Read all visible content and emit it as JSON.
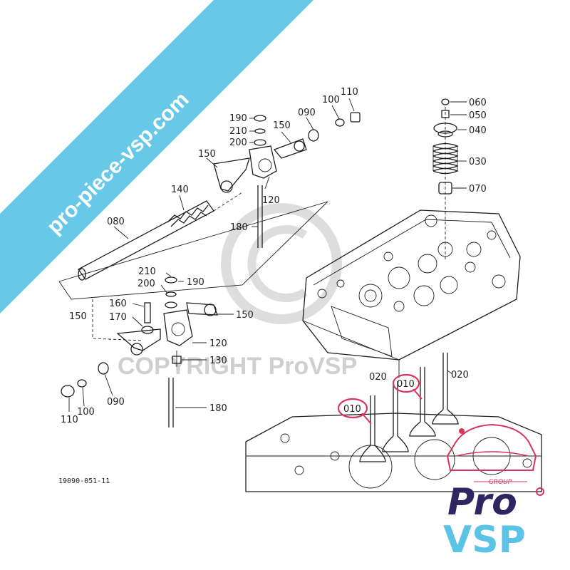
{
  "banner": {
    "text": "pro-piece-vsp.com",
    "color": "#5bc3e6"
  },
  "watermark": {
    "text": "COPYRIGHT ProVSP"
  },
  "drawing_code": "19090-051-11",
  "highlight_color": "#d9345f",
  "labels": {
    "l190a": "190",
    "l210a": "210",
    "l200a": "200",
    "l150a": "150",
    "l090a": "090",
    "l100a": "100",
    "l110a": "110",
    "l150b": "150",
    "l140": "140",
    "l120a": "120",
    "l080": "080",
    "l180a": "180",
    "l060": "060",
    "l050": "050",
    "l040": "040",
    "l030": "030",
    "l070": "070",
    "l210b": "210",
    "l190b": "190",
    "l200b": "200",
    "l160": "160",
    "l150c": "150",
    "l170": "170",
    "l150d": "150",
    "l120b": "120",
    "l130": "130",
    "l110b": "110",
    "l100b": "100",
    "l090b": "090",
    "l180b": "180",
    "l020a": "020",
    "l020b": "020",
    "l010a": "010",
    "l010b": "010"
  },
  "logo": {
    "group": "GROUP",
    "pro": "Pro",
    "vsp": "VSP",
    "pro_color": "#2d2660",
    "vsp_color": "#5bc3e6",
    "accent_color": "#d9345f"
  }
}
